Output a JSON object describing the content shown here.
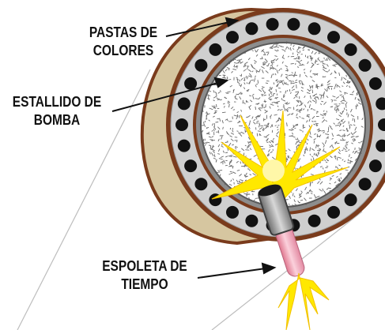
{
  "labels": {
    "pastas": {
      "line1": "PASTAS DE",
      "line2": "COLORES"
    },
    "estallido": {
      "line1": "ESTALLIDO DE",
      "line2": "BOMBA"
    },
    "espoleta": {
      "line1": "ESPOLETA DE",
      "line2": "TIEMPO"
    }
  },
  "colors": {
    "shell_brown": "#7a3b1c",
    "shell_tan": "#d8c9a4",
    "ring_gray": "#d0d0d0",
    "star_pellets": "#111111",
    "burst_charge_bg": "#ffffff",
    "fuse_pink": "#f4a6b9",
    "spark_yellow": "#ffe800",
    "guide_lines": "#b8b8b8"
  }
}
